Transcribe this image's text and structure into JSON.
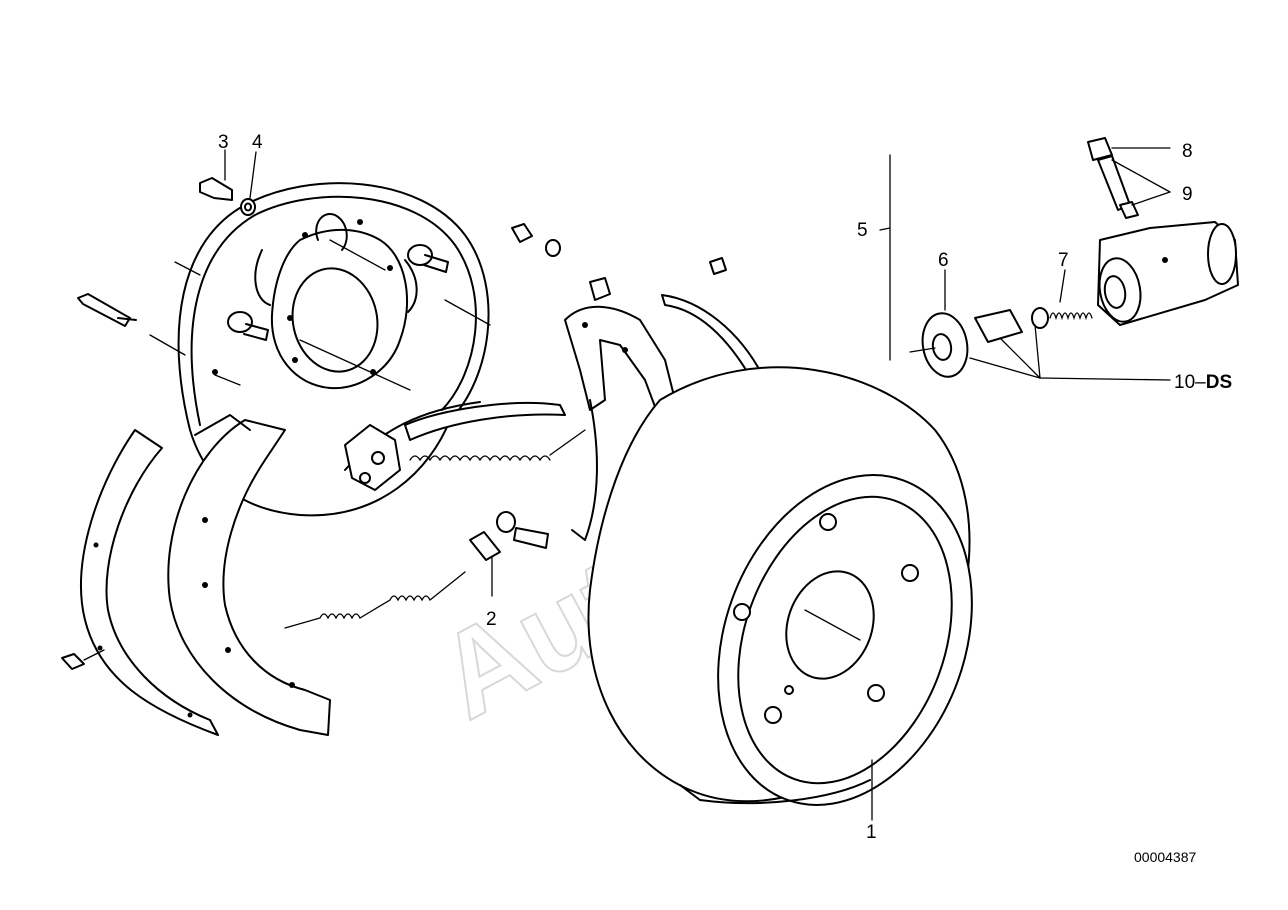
{
  "diagram": {
    "watermark": "AutoSoft",
    "reference_number": "00004387",
    "callouts": {
      "c1": "1",
      "c2": "2",
      "c3": "3",
      "c4": "4",
      "c5": "5",
      "c6": "6",
      "c7": "7",
      "c8": "8",
      "c9": "9",
      "c10": "10",
      "c10_dash": "–",
      "c10_suffix": "DS"
    }
  }
}
